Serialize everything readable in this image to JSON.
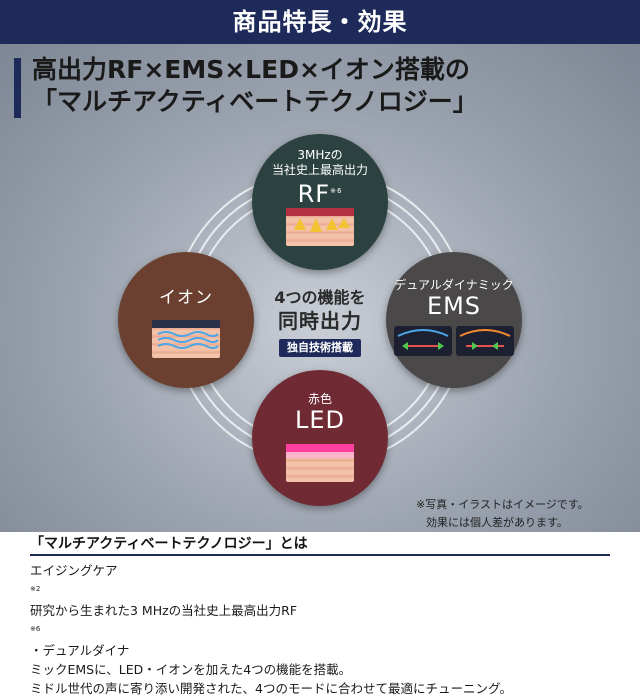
{
  "header": {
    "title": "商品特長・効果"
  },
  "headline": {
    "line1": "高出力RF×EMS×LED×イオン搭載の",
    "line2": "「マルチアクティベートテクノロジー」"
  },
  "rf": {
    "line1": "3MHzの",
    "line2": "当社史上最高出力",
    "name": "RF",
    "note": "※6"
  },
  "ion": {
    "name": "イオン"
  },
  "ems": {
    "line1": "デュアルダイナミック",
    "name": "EMS"
  },
  "led": {
    "line1": "赤色",
    "name": "LED"
  },
  "center": {
    "line1": "4つの機能を",
    "line2": "同時出力",
    "badge": "独自技術搭載"
  },
  "disclaimer": {
    "line1": "※写真・イラストはイメージです。",
    "line2": "効果には個人差があります。"
  },
  "section": {
    "title": "「マルチアクティベートテクノロジー」とは",
    "line1_a": "エイジングケア",
    "line1_note1": "※2",
    "line1_b": "研究から生まれた3 MHzの当社史上最高出力RF",
    "line1_note2": "※6",
    "line1_c": "・デュアルダイナ",
    "line2": "ミックEMSに、LED・イオンを加えた4つの機能を搭載。",
    "line3": "ミドル世代の声に寄り添い開発された、4つのモードに合わせて最適にチューニング。"
  },
  "colors": {
    "navy": "#1d2a5a",
    "rf": "#2b4240",
    "ion": "#6b4030",
    "ems": "#4a4848",
    "led": "#6f2a34"
  }
}
